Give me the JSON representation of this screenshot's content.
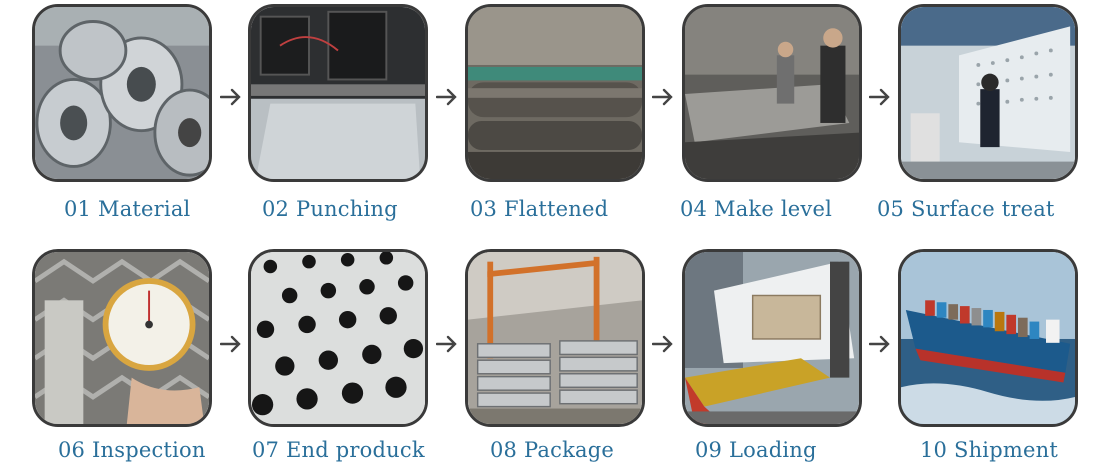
{
  "steps": [
    {
      "label": "01 Material"
    },
    {
      "label": "02 Punching"
    },
    {
      "label": "03 Flattened"
    },
    {
      "label": "04 Make level"
    },
    {
      "label": "05  Surface treat"
    },
    {
      "label": "06 Inspection"
    },
    {
      "label": "07  End produck"
    },
    {
      "label": "08 Package"
    },
    {
      "label": "09 Loading"
    },
    {
      "label": "10 Shipment"
    }
  ],
  "colors": {
    "label": "#2a6f9a",
    "frame_border": "#3a3a3a",
    "arrow": "#444444"
  },
  "icons": {
    "arrow": "arrow-right-icon"
  }
}
